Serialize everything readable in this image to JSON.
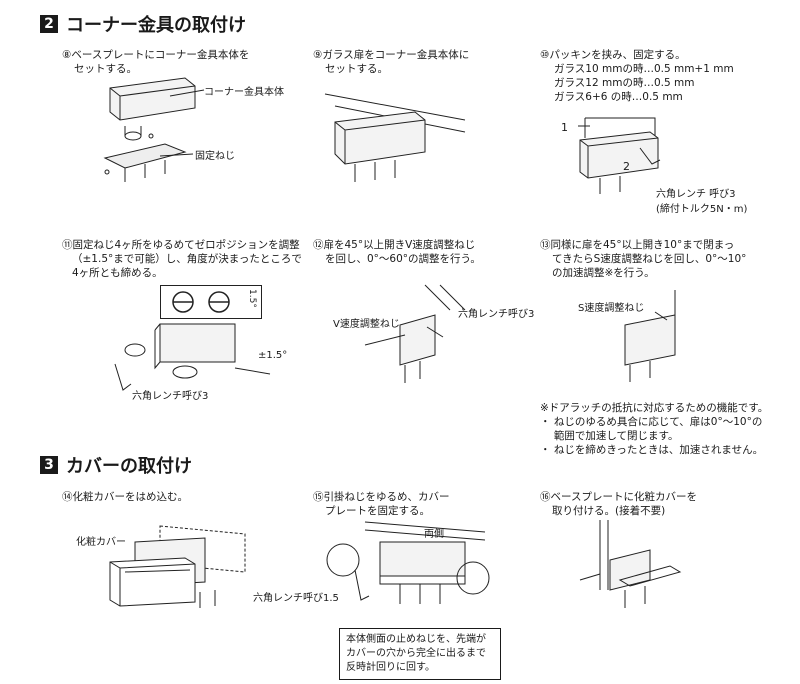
{
  "section2": {
    "num": "2",
    "title": "コーナー金具の取付け"
  },
  "section3": {
    "num": "3",
    "title": "カバーの取付け"
  },
  "step8": {
    "lines": [
      "⑧ベースプレートにコーナー金具本体を",
      "セットする。"
    ],
    "label_body": "コーナー金具本体",
    "label_screw": "固定ねじ"
  },
  "step9": {
    "lines": [
      "⑨ガラス扉をコーナー金具本体に",
      "セットする。"
    ]
  },
  "step10": {
    "lines": [
      "⑩パッキンを挟み、固定する。",
      "ガラス10 mmの時…0.5 mm+1 mm",
      "ガラス12 mmの時…0.5 mm",
      "ガラス6+6 の時…0.5 mm"
    ],
    "mark1": "1",
    "mark2": "2",
    "label_wrench": "六角レンチ 呼び3",
    "label_torque": "(締付トルク5N・m)"
  },
  "step11": {
    "lines": [
      "⑪固定ねじ4ヶ所をゆるめてゼロポジションを調整",
      "（±1.5°まで可能）し、角度が決まったところで",
      "4ヶ所とも締める。"
    ],
    "label_wrench": "六角レンチ呼び3",
    "label_angle": "±1.5°",
    "label_inset_angle": "1.5°"
  },
  "step12": {
    "lines": [
      "⑫扉を45°以上開きV速度調整ねじ",
      "を回し、0°～60°の調整を行う。"
    ],
    "label_vscrew": "V速度調整ねじ",
    "label_wrench": "六角レンチ呼び3"
  },
  "step13": {
    "lines": [
      "⑬同様に扉を45°以上開き10°まで閉まっ",
      "てきたらS速度調整ねじを回し、0°～10°",
      "の加速調整※を行う。"
    ],
    "label_sscrew": "S速度調整ねじ"
  },
  "notes": {
    "lines": [
      "※ドアラッチの抵抗に対応するための機能です。",
      "・ ねじのゆるめ具合に応じて、扉は0°～10°の",
      "　 範囲で加速して閉じます。",
      "・ ねじを締めきったときは、加速されません。"
    ]
  },
  "step14": {
    "lines": [
      "⑭化粧カバーをはめ込む。"
    ],
    "label_cover": "化粧カバー"
  },
  "step15": {
    "lines": [
      "⑮引掛ねじをゆるめ、カバー",
      "プレートを固定する。"
    ],
    "label_both": "両側",
    "label_wrench": "六角レンチ呼び1.5",
    "box_lines": [
      "本体側面の止めねじを、先端が",
      "カバーの穴から完全に出るまで",
      "反時計回りに回す。"
    ]
  },
  "step16": {
    "lines": [
      "⑯ベースプレートに化粧カバーを",
      "取り付ける。(接着不要)"
    ]
  }
}
